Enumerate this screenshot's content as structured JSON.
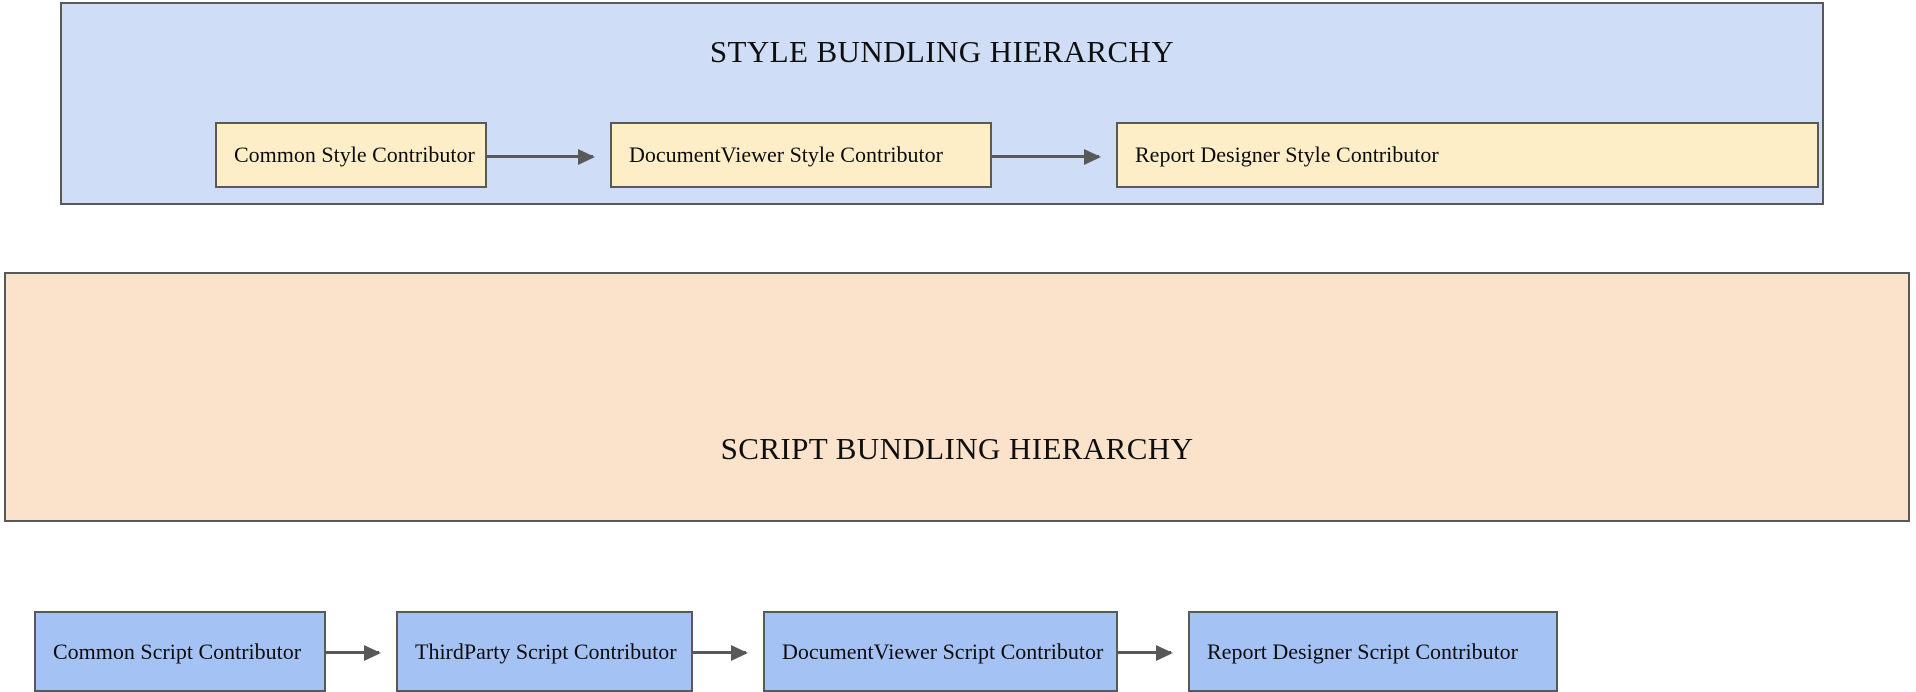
{
  "diagram": {
    "type": "flowchart",
    "panels": [
      {
        "id": "style-bundling",
        "title": "STYLE BUNDLING HIERARCHY",
        "title_position": "top",
        "background_color": "#cfddf7",
        "border_color": "#59595c",
        "node_fill_color": "#fdeec8",
        "nodes": [
          {
            "label": "Common Style Contributor"
          },
          {
            "label": "DocumentViewer Style Contributor"
          },
          {
            "label": "Report Designer Style Contributor"
          }
        ],
        "arrows": [
          {
            "from": "Common Style Contributor",
            "to": "DocumentViewer Style Contributor",
            "direction": "right"
          },
          {
            "from": "DocumentViewer Style Contributor",
            "to": "Report Designer Style Contributor",
            "direction": "right"
          }
        ]
      },
      {
        "id": "script-bundling",
        "title": "SCRIPT BUNDLING HIERARCHY",
        "title_position": "bottom",
        "background_color": "#fbe2cb",
        "border_color": "#59595c",
        "node_fill_color": "#a4c2f4",
        "nodes": [
          {
            "label": "Common Script Contributor"
          },
          {
            "label": "ThirdParty Script Contributor"
          },
          {
            "label": "DocumentViewer Script Contributor"
          },
          {
            "label": "Report Designer Script Contributor"
          }
        ],
        "arrows": [
          {
            "from": "Common Script Contributor",
            "to": "ThirdParty Script Contributor",
            "direction": "right"
          },
          {
            "from": "ThirdParty Script Contributor",
            "to": "DocumentViewer Script Contributor",
            "direction": "right"
          },
          {
            "from": "DocumentViewer Script Contributor",
            "to": "Report Designer Script Contributor",
            "direction": "right"
          }
        ]
      }
    ]
  }
}
